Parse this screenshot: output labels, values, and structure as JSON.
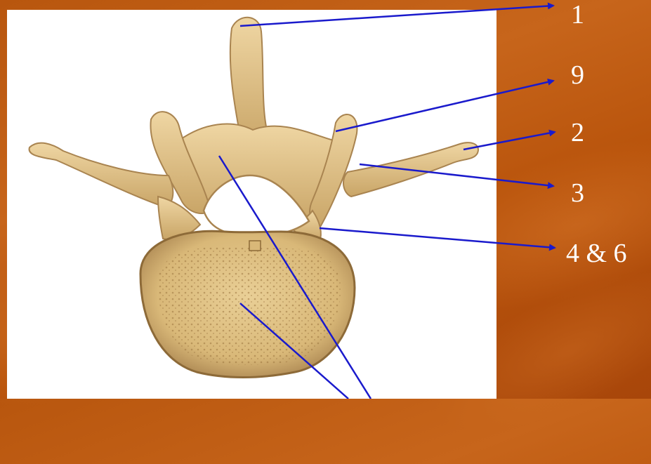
{
  "labels": {
    "l1": "1",
    "l9": "9",
    "l2": "2",
    "l3": "3",
    "l46": "4 & 6"
  },
  "colors": {
    "background": "#b8560e",
    "arrow": "#1a1acc",
    "bone": "#e4c88f",
    "bone_shadow": "#b8955a",
    "label_text": "#ffffff"
  }
}
